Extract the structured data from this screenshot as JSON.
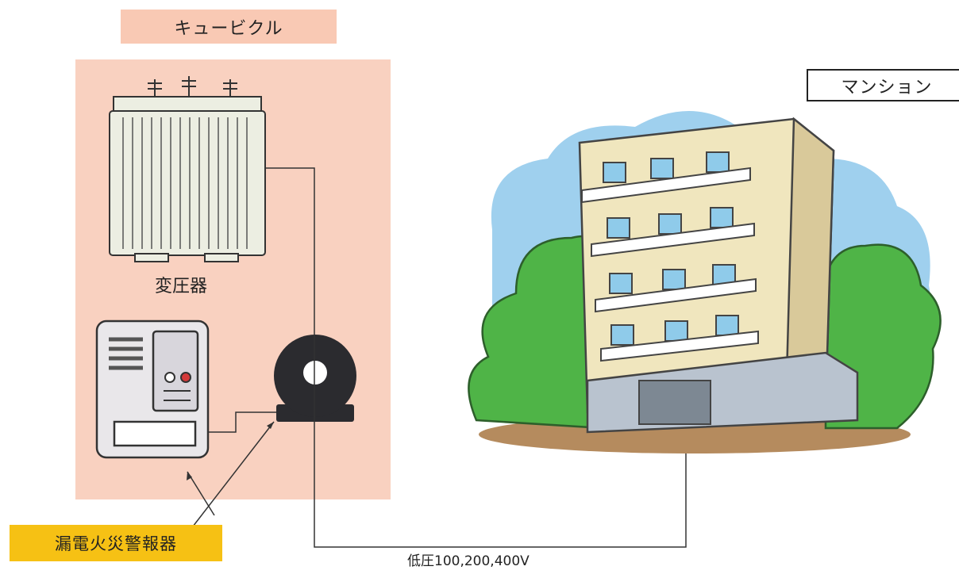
{
  "labels": {
    "cubicle": "キュービクル",
    "mansion": "マンション",
    "transformer": "変圧器",
    "alarm": "漏電火災警報器",
    "voltage": "低圧100,200,400V"
  },
  "colors": {
    "cubicle_bg": "#f9d1c0",
    "cubicle_label_bg": "#f9c9b4",
    "alarm_label_bg": "#f6c114",
    "sky": "#9fd0ee",
    "tree": "#4fb447",
    "building": "#f0e6be",
    "ground": "#b58b5e"
  }
}
